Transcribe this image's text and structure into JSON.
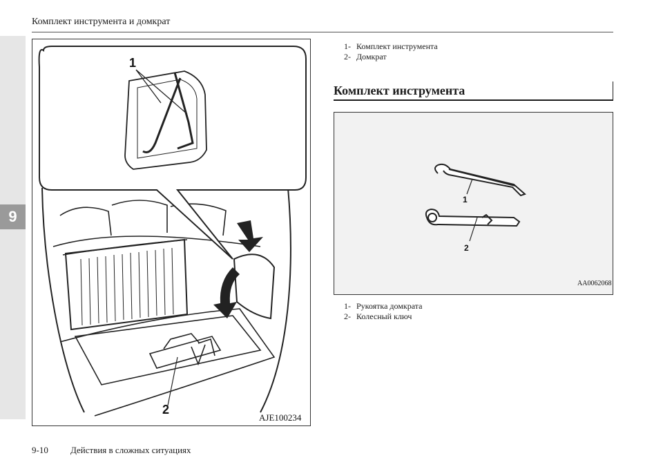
{
  "header": {
    "running_title": "Комплект инструмента и домкрат"
  },
  "chapter_tab": {
    "number": "9"
  },
  "figure_main": {
    "code": "AJE100234",
    "callout_1": "1",
    "callout_2": "2"
  },
  "legend_top": [
    {
      "num": "1-",
      "text": "Комплект инструмента"
    },
    {
      "num": "2-",
      "text": "Домкрат"
    }
  ],
  "section": {
    "title": "Комплект инструмента"
  },
  "figure_tools": {
    "code": "AA0062068",
    "callout_1": "1",
    "callout_2": "2"
  },
  "legend_bottom": [
    {
      "num": "1-",
      "text": "Рукоятка домкрата"
    },
    {
      "num": "2-",
      "text": "Колесный ключ"
    }
  ],
  "footer": {
    "page": "9-10",
    "title": "Действия в сложных ситуациях"
  }
}
